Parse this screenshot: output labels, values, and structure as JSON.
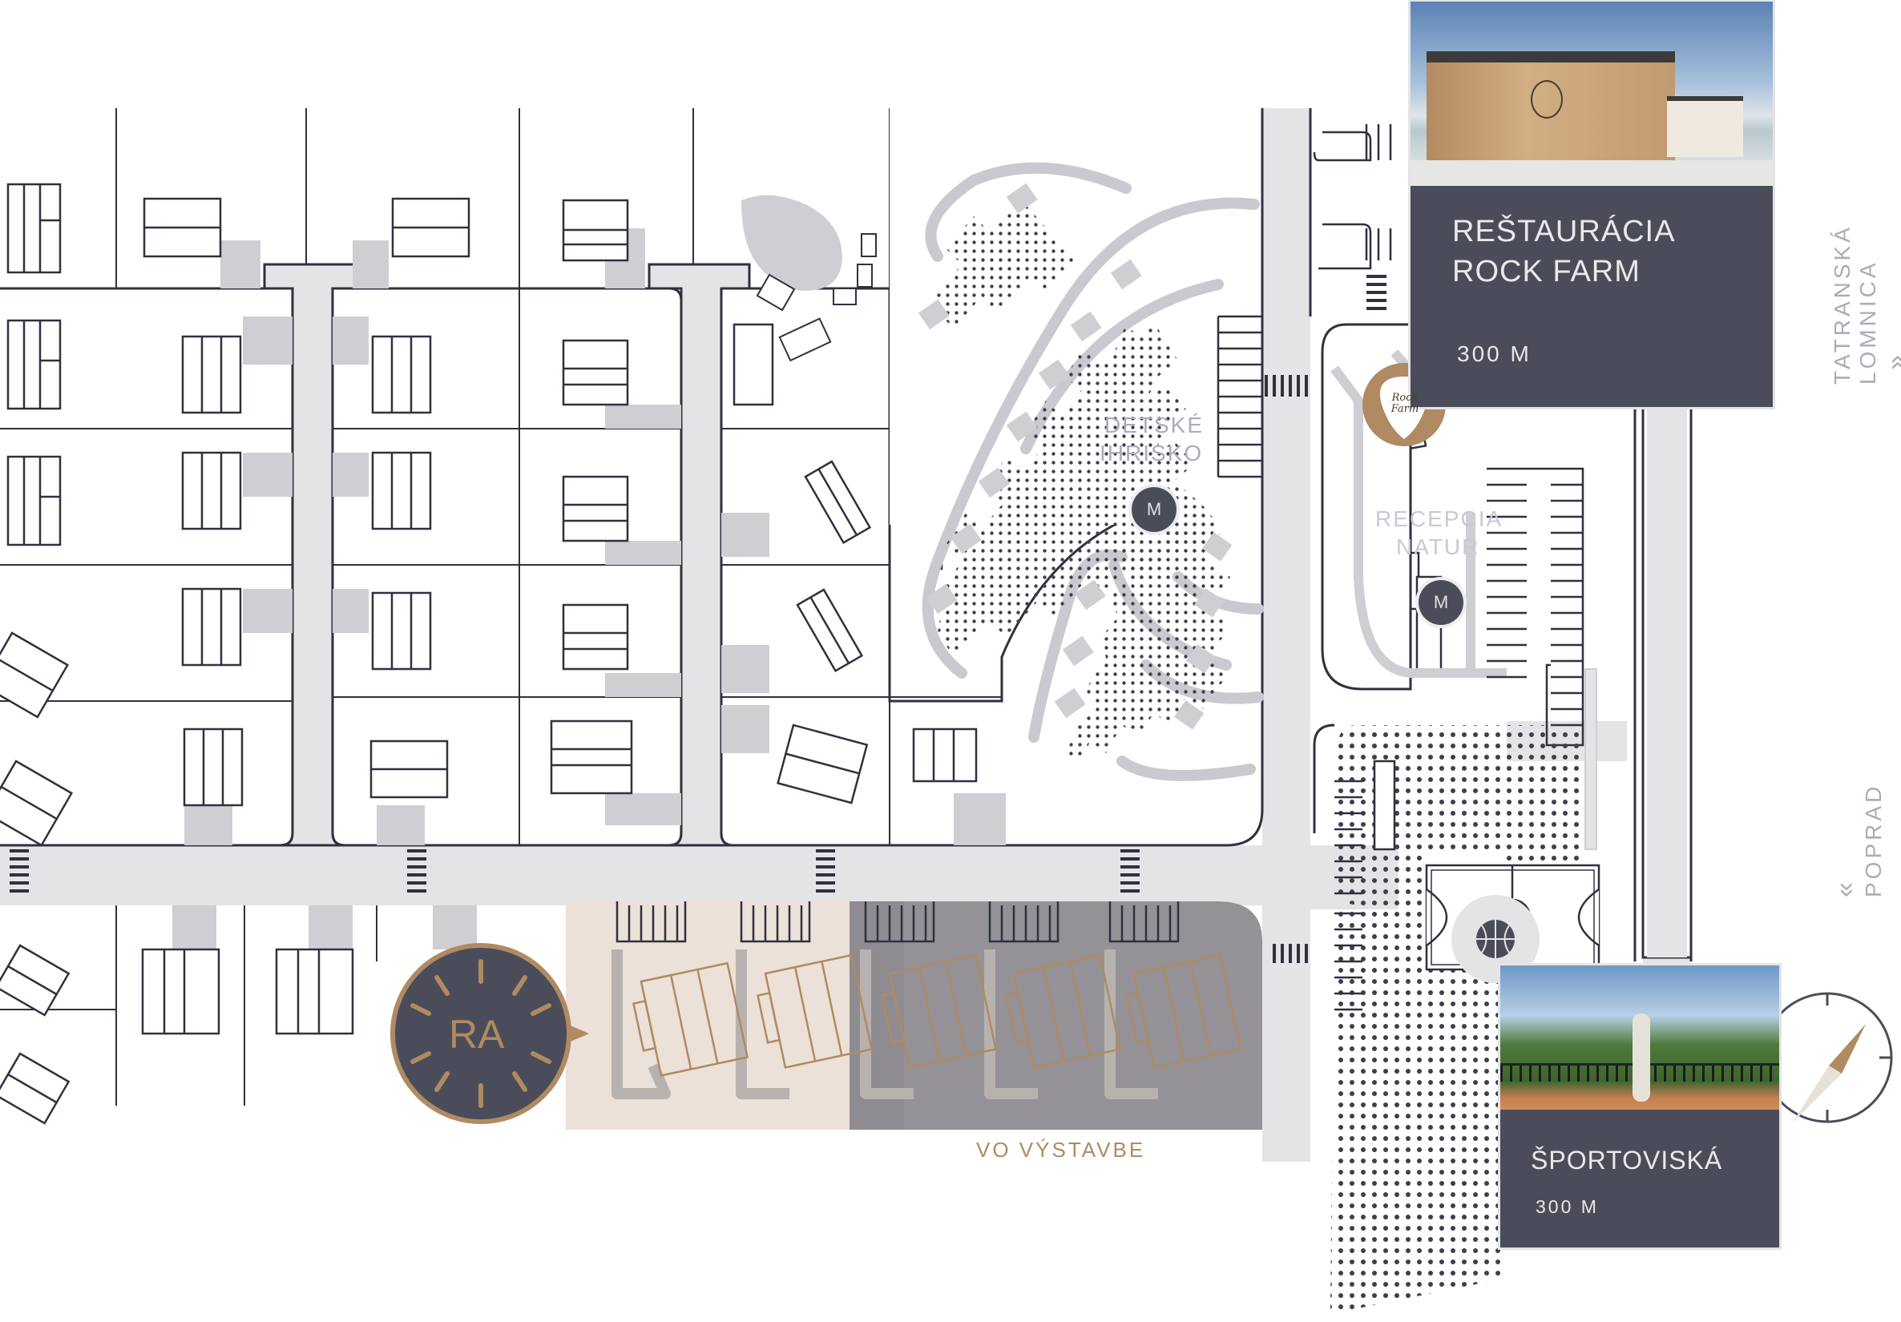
{
  "labels": {
    "playground_line1": "DETSKÉ",
    "playground_line2": "IHRISKO",
    "reception_line1": "RECEPCIA",
    "reception_line2": "NATUR",
    "under_construction": "VO VÝSTAVBE",
    "marker_m": "M",
    "ra_badge": "RA",
    "rock_farm_logo": "Rock Farm"
  },
  "directions": {
    "north": "TATRANSKÁ LOMNICA",
    "north_arrow": "»",
    "south": "POPRAD",
    "south_arrow": "«"
  },
  "cards": {
    "restaurant": {
      "title_line1": "REŠTAURÁCIA",
      "title_line2": "ROCK FARM",
      "distance": "300 M"
    },
    "sports": {
      "title": "ŠPORTOVISKÁ",
      "distance": "300 M"
    }
  },
  "colors": {
    "road": "#e4e4e6",
    "line": "#2f3140",
    "dark": "#4a4d59",
    "accent": "#b08a62",
    "construction_light": "#ebe1d8",
    "construction_dark": "#8e8c91",
    "muted_text": "#a9acbb"
  },
  "icons": [
    "basketball-icon",
    "compass-icon",
    "rock-farm-logo",
    "ra-badge"
  ]
}
